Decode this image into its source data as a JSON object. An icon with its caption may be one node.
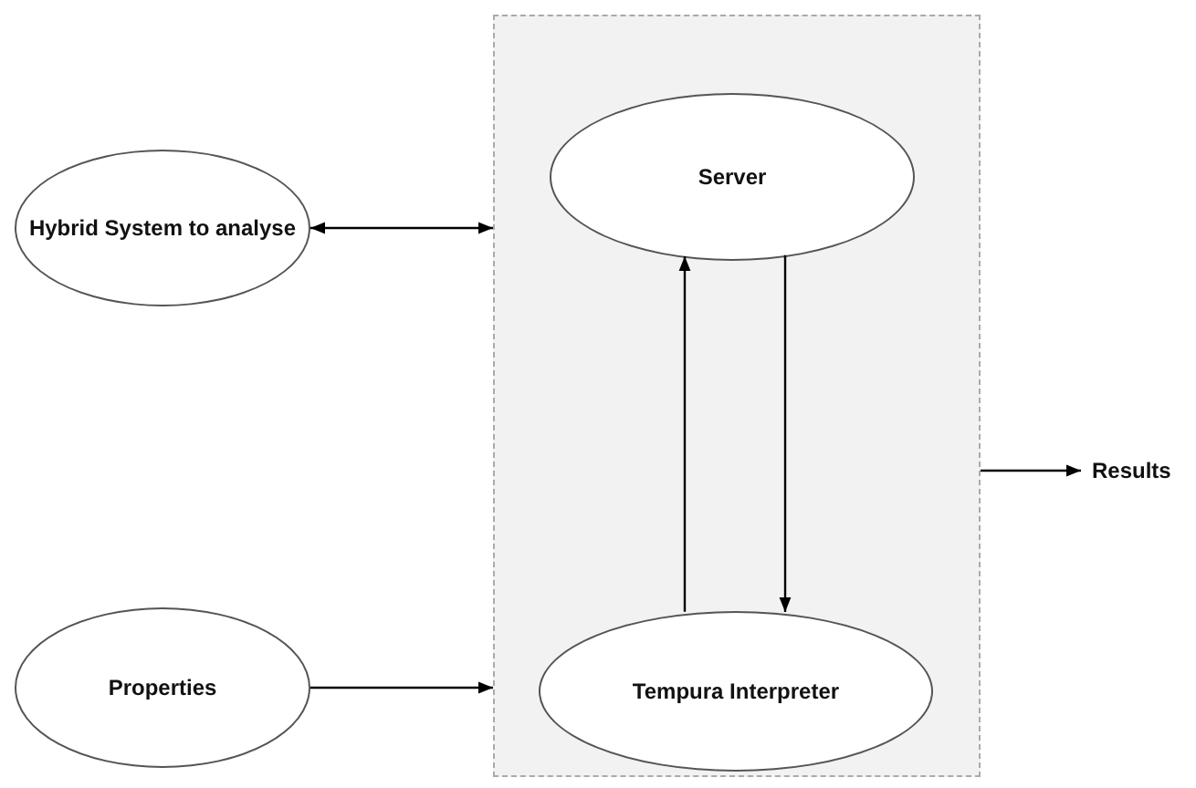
{
  "diagram": {
    "nodes": [
      {
        "text": [
          "Hybrid System to analyse"
        ]
      },
      {
        "text": [
          "Properties"
        ]
      },
      {
        "text": [],
        "shape": "box"
      },
      {
        "text": [
          "Server"
        ],
        "in": 2
      },
      {
        "text": [
          "Tempura Interpreter"
        ],
        "in": 2
      },
      {
        "text": [
          "Results"
        ]
      }
    ],
    "edges": [
      {
        "from": 0,
        "to": 2,
        "arrow": "both"
      },
      {
        "from": 1,
        "to": 2,
        "arrow": "to"
      },
      {
        "from": 4,
        "to": 3,
        "arrow": "to"
      },
      {
        "from": 3,
        "to": 4,
        "arrow": "to"
      },
      {
        "from": 2,
        "to": 5,
        "arrow": "to"
      }
    ]
  }
}
